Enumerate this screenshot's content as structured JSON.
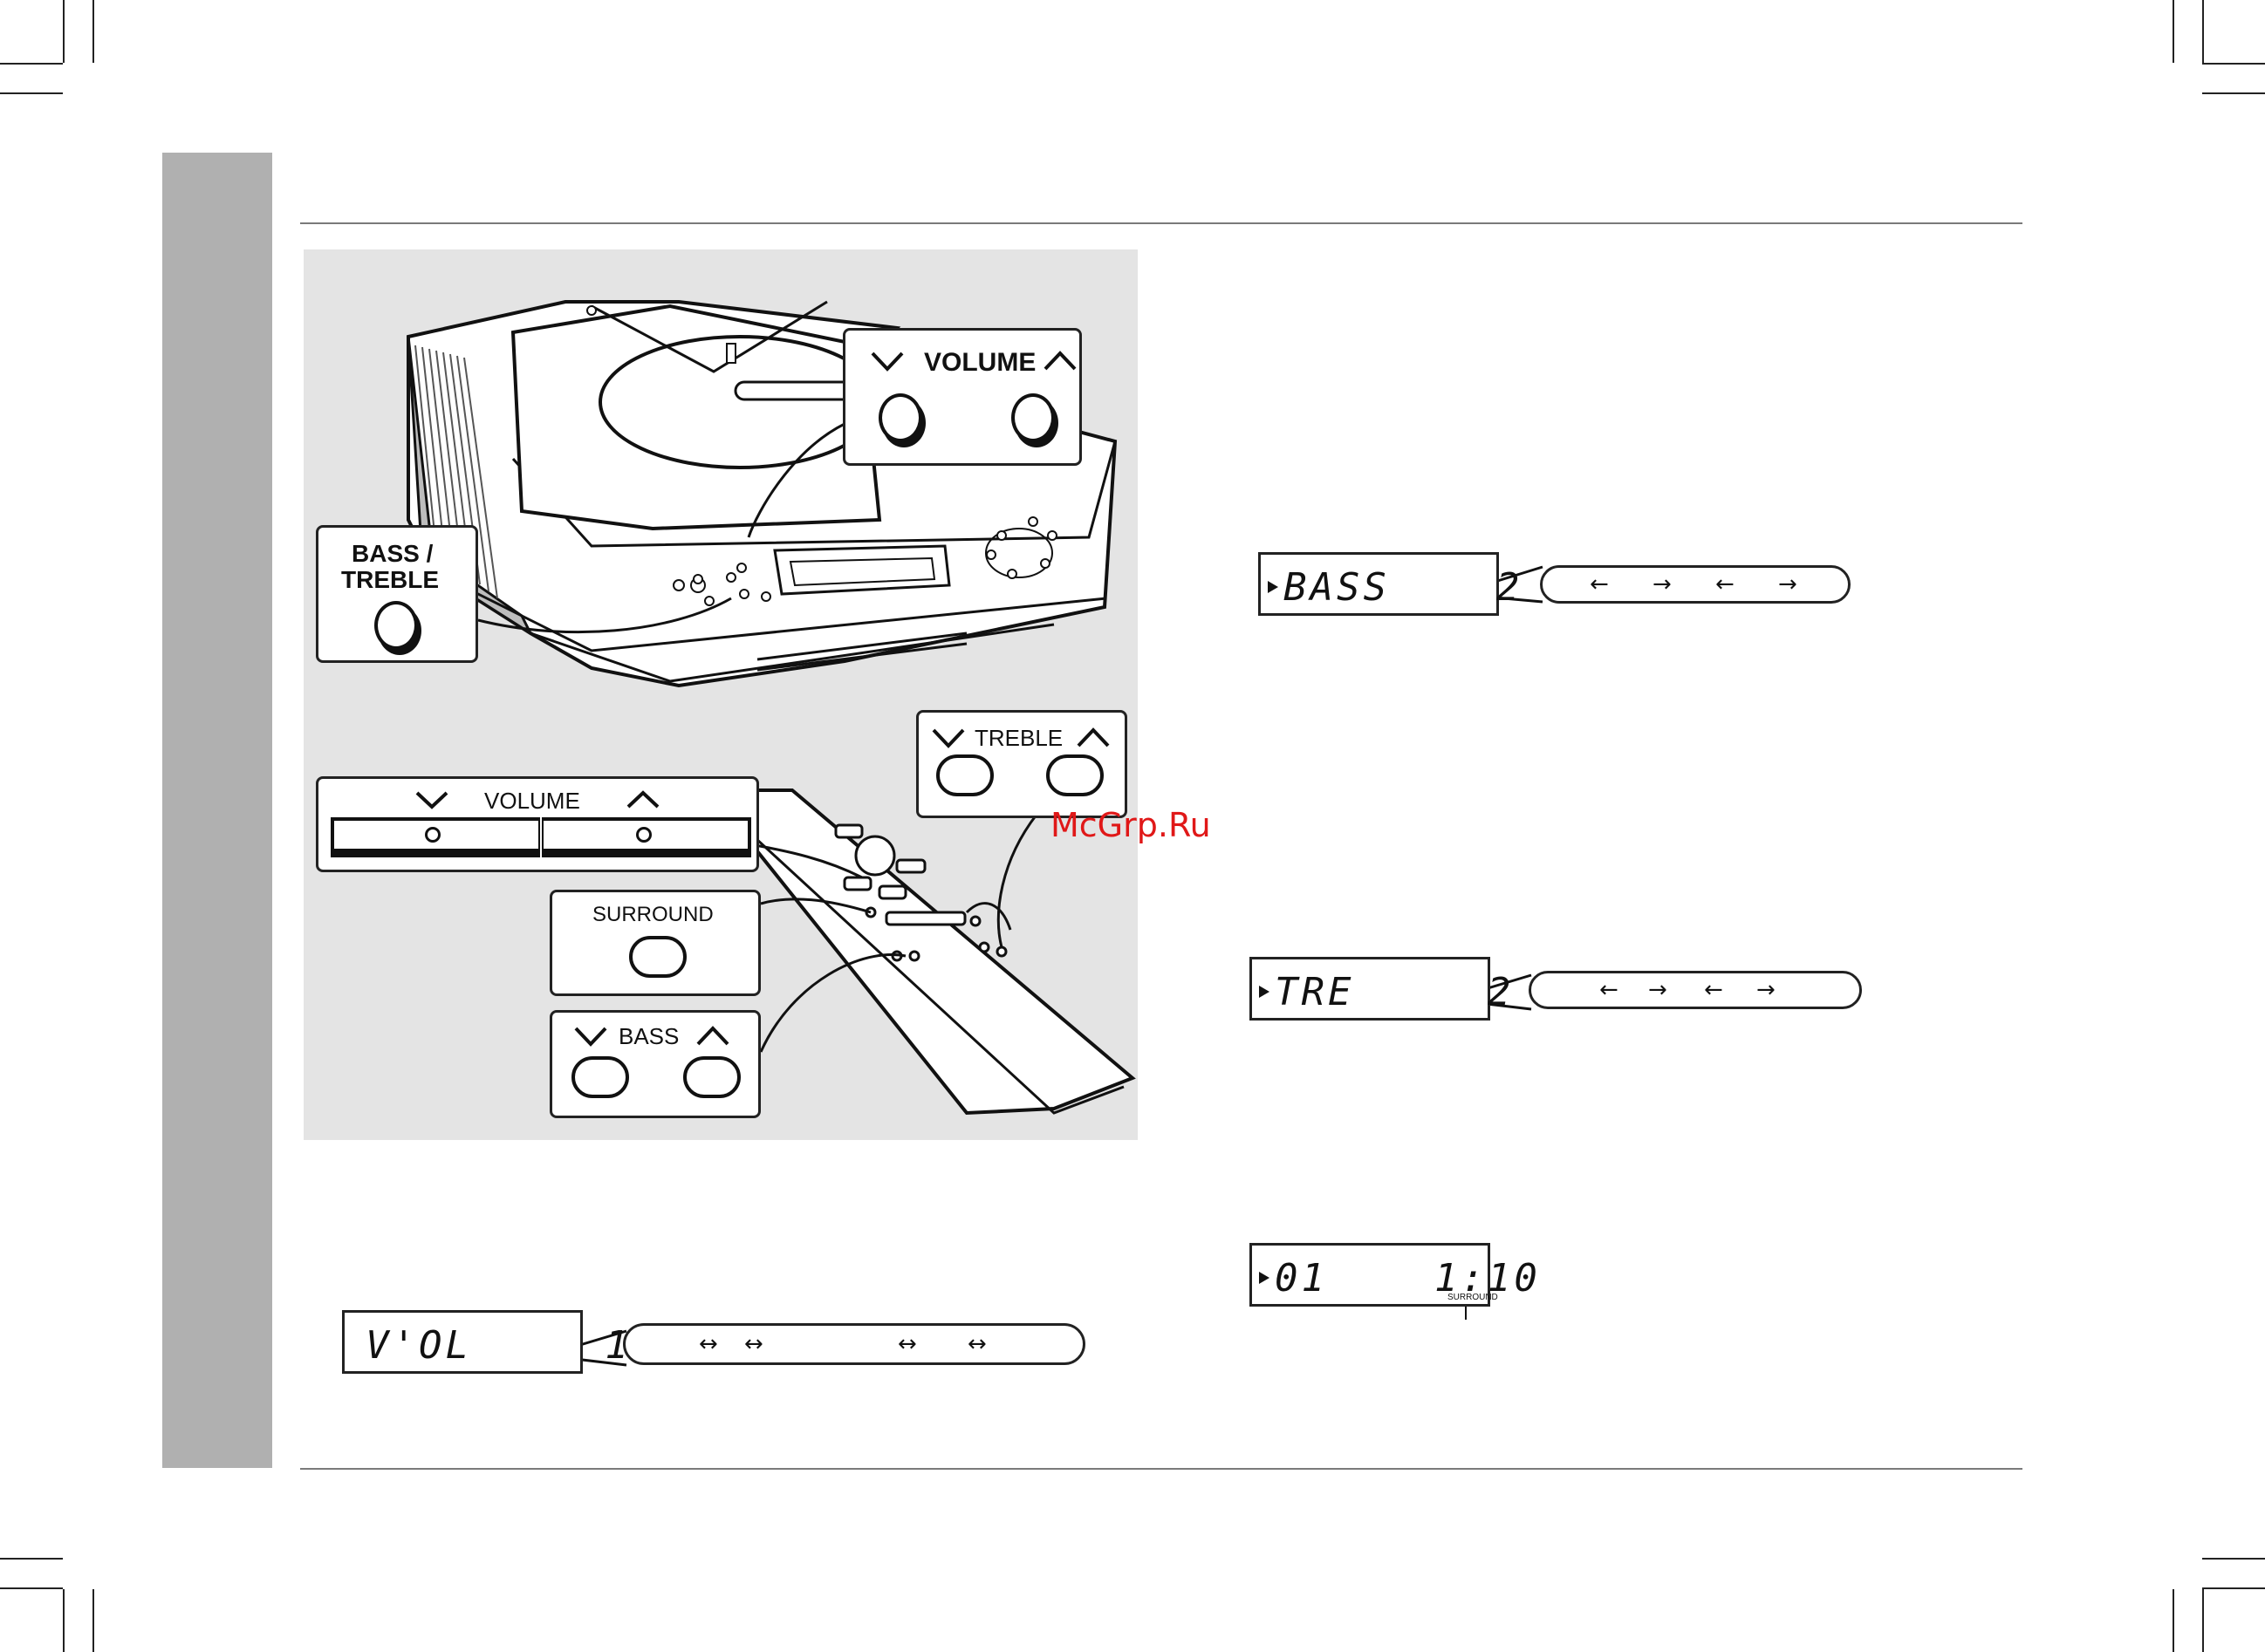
{
  "labels": {
    "volume": "VOLUME",
    "bass_treble_line1": "BASS /",
    "bass_treble_line2": "TREBLE",
    "treble": "TREBLE",
    "surround": "SURROUND",
    "bass": "BASS",
    "remote_volume": "VOLUME"
  },
  "displays": {
    "volume": {
      "text": "V'OL     10"
    },
    "bass": {
      "text": "BASS    2"
    },
    "treble": {
      "text": "TRE     2"
    },
    "surround": {
      "text": "01    1:10",
      "indicator": "SURROUND"
    }
  },
  "sequences": {
    "volume": [
      "↔",
      "↔",
      "↔",
      "↔"
    ],
    "bass": [
      "←",
      "→",
      "←",
      "→"
    ],
    "treble": [
      "←",
      "→",
      "←",
      "→"
    ]
  },
  "watermark": "McGrp.Ru",
  "colors": {
    "sidebar": "#b0b0b0",
    "illustration_bg": "#e4e4e4",
    "watermark": "#e01818"
  }
}
